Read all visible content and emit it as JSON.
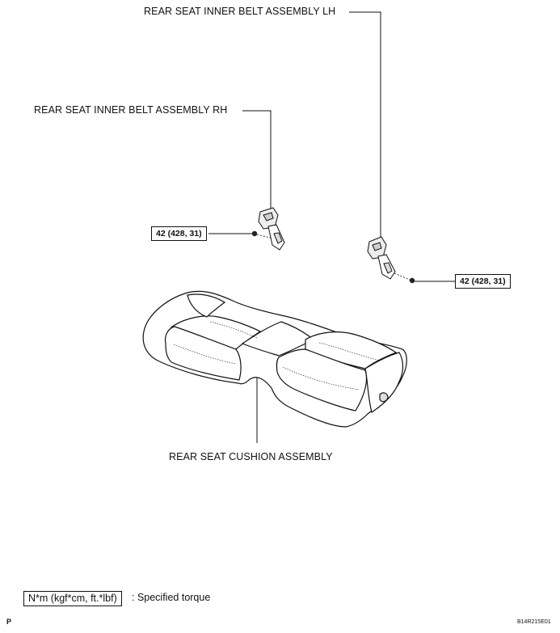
{
  "labels": {
    "belt_lh": "REAR SEAT INNER BELT ASSEMBLY LH",
    "belt_rh": "REAR SEAT INNER BELT ASSEMBLY RH",
    "cushion": "REAR SEAT CUSHION ASSEMBLY"
  },
  "torques": {
    "rh": "42 (428, 31)",
    "lh": "42 (428, 31)"
  },
  "legend": {
    "unit": "N*m (kgf*cm, ft.*lbf)",
    "description": ": Specified torque"
  },
  "footer": {
    "page_mark": "P",
    "figure_code": "B14R215E01"
  }
}
